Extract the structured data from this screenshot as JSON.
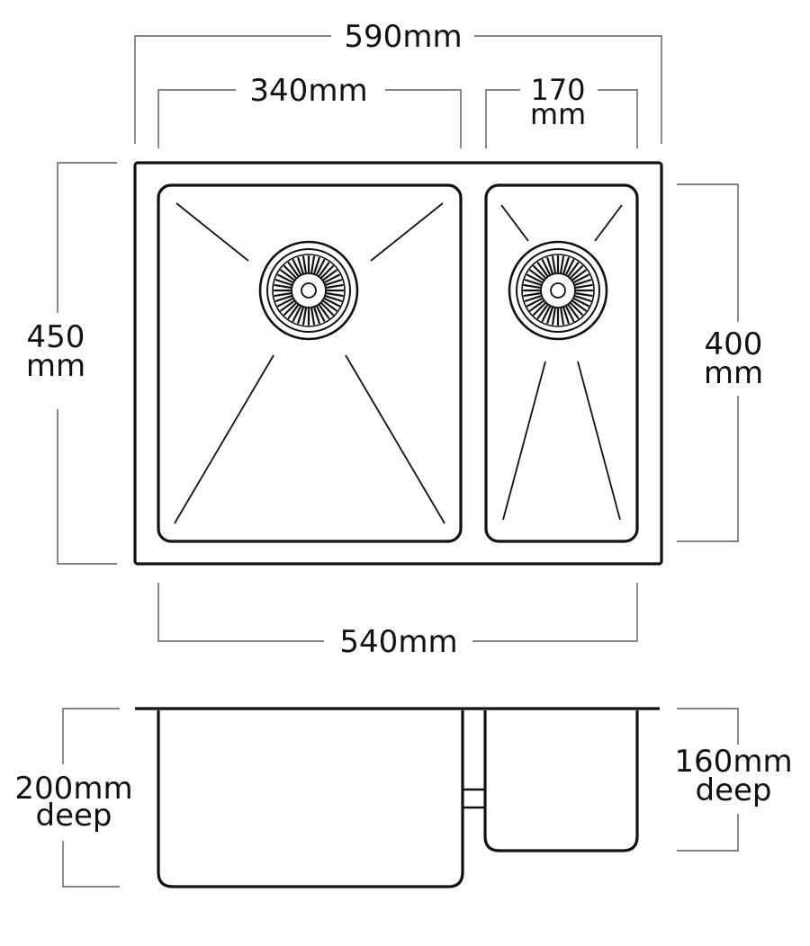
{
  "dimensions": {
    "overall_width": "590mm",
    "large_bowl_width": "340mm",
    "small_bowl_width_value": "170",
    "small_bowl_width_unit": "mm",
    "overall_depth_value": "450",
    "overall_depth_unit": "mm",
    "bowl_length_value": "400",
    "bowl_length_unit": "mm",
    "bowls_span_width": "540mm",
    "large_bowl_deep_value": "200mm",
    "large_bowl_deep_unit": "deep",
    "small_bowl_deep_value": "160mm",
    "small_bowl_deep_unit": "deep"
  },
  "colors": {
    "outline": "#111111",
    "dimension_line": "#5c5c5c",
    "background": "#ffffff"
  }
}
